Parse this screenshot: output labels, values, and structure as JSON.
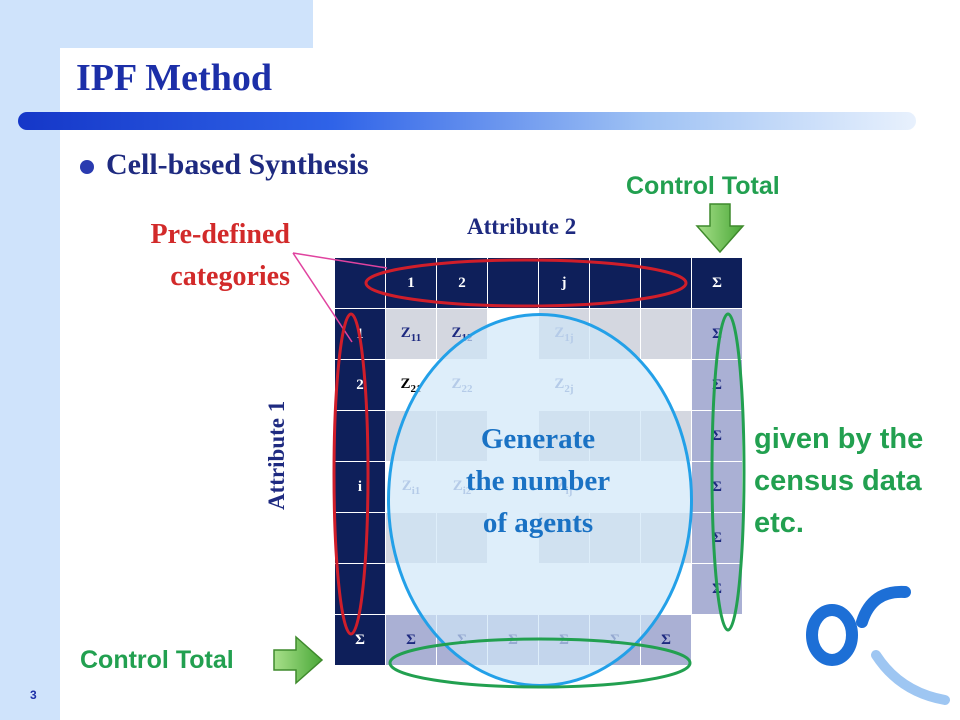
{
  "slide": {
    "title": "IPF Method",
    "page_number": "3",
    "bullet": "Cell-based Synthesis"
  },
  "labels": {
    "control_total_top": "Control Total",
    "control_total_bottom": "Control Total",
    "predefined_line1": "Pre-defined",
    "predefined_line2": "categories",
    "attribute2": "Attribute 2",
    "attribute1": "Attribute 1",
    "generate_line1": "Generate",
    "generate_line2": "the number",
    "generate_line3": "of agents",
    "side_line1": "given by the",
    "side_line2": "census data",
    "side_line3": "etc."
  },
  "table": {
    "header": [
      "",
      "1",
      "2",
      "",
      "j",
      "",
      "",
      "Σ"
    ],
    "rows": [
      [
        "1",
        "Z",
        "11",
        "Z",
        "12",
        "",
        "Z",
        "1j",
        "",
        "",
        "Σ"
      ],
      [
        "2",
        "Z",
        "21",
        "Z",
        "22",
        "",
        "Z",
        "2j",
        "",
        "",
        "Σ"
      ],
      [
        "",
        "",
        "",
        "",
        "",
        "",
        "",
        "",
        "",
        "",
        "Σ"
      ],
      [
        "i",
        "Z",
        "i1",
        "Z",
        "i2",
        "",
        "Z",
        "ij",
        "",
        "",
        "Σ"
      ],
      [
        "",
        "",
        "",
        "",
        "",
        "",
        "",
        "",
        "",
        "",
        "Σ"
      ],
      [
        "",
        "",
        "",
        "",
        "",
        "",
        "",
        "",
        "",
        "",
        "Σ"
      ]
    ],
    "footer": [
      "Σ",
      "Σ",
      "Σ",
      "Σ",
      "Σ",
      "Σ",
      "Σ",
      ""
    ]
  },
  "colors": {
    "title": "#1c2fa8",
    "green": "#22a050",
    "red": "#d22a2a",
    "header_dark": "#0e1f5a",
    "circle_blue": "#23a0e8"
  }
}
